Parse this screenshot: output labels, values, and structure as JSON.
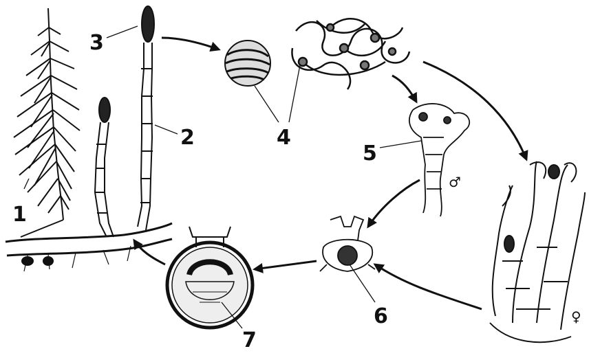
{
  "figure": {
    "labels": [
      {
        "id": "1",
        "text": "1"
      },
      {
        "id": "2",
        "text": "2"
      },
      {
        "id": "3",
        "text": "3"
      },
      {
        "id": "4",
        "text": "4"
      },
      {
        "id": "5",
        "text": "5"
      },
      {
        "id": "6",
        "text": "6"
      },
      {
        "id": "7",
        "text": "7"
      }
    ],
    "male_symbol": "♂",
    "female_symbol": "♀"
  },
  "colors": {
    "ink": "#111111",
    "background": "#ffffff"
  }
}
